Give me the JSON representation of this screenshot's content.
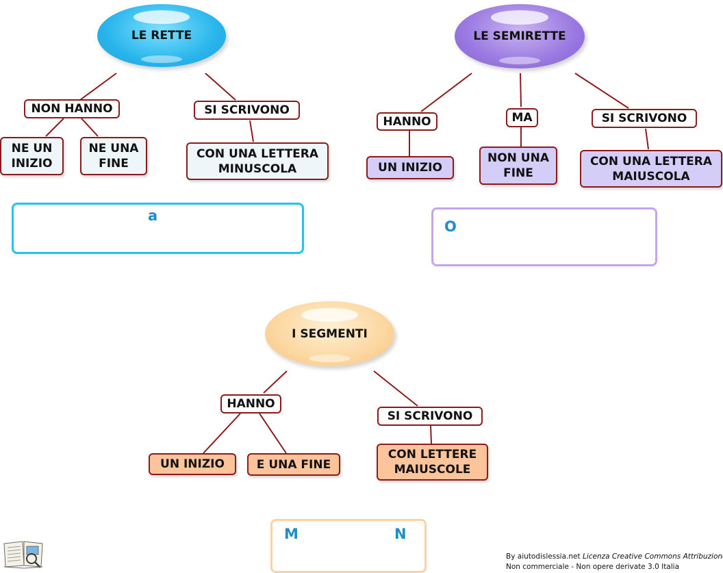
{
  "rette": {
    "title": "LE RETTE",
    "left_tag": "NON HANNO",
    "right_tag": "SI SCRIVONO",
    "box_start": "NE UN\nINIZIO",
    "box_end": "NE UNA\nFINE",
    "box_write": "CON UNA LETTERA\nMINUSCOLA",
    "example_label": "a"
  },
  "semirette": {
    "title": "LE SEMIRETTE",
    "left_tag": "HANNO",
    "middle_tag": "MA",
    "right_tag": "SI SCRIVONO",
    "box_start": "UN INIZIO",
    "box_end": "NON UNA\nFINE",
    "box_write": "CON UNA LETTERA\nMAIUSCOLA",
    "example_label": "O"
  },
  "segmenti": {
    "title": "I SEGMENTI",
    "left_tag": "HANNO",
    "right_tag": "SI SCRIVONO",
    "box_start": "UN INIZIO",
    "box_end": "E UNA FINE",
    "box_write": "CON  LETTERE\nMAIUSCOLE",
    "example_label_start": "M",
    "example_label_end": "N"
  },
  "credit": {
    "line1_prefix": "By aiutodislessia.net ",
    "line1_italic": "Licenza Creative Commons Attribuzione",
    "line2": "Non commerciale - Non opere derivate 3.0 Italia"
  },
  "icons": {
    "logo": "book-logo-icon"
  },
  "colors": {
    "connector": "#8b1a1a",
    "line_red": "#e23b3b",
    "label_blue": "#1d8fc6",
    "rette_accent": "#23c4ec",
    "semirette_accent": "#9a79e0",
    "segmenti_accent": "#f7c17e"
  }
}
